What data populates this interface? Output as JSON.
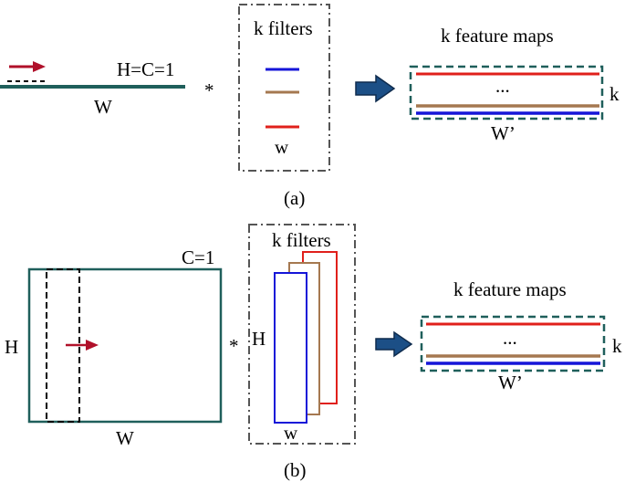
{
  "panel_a": {
    "input_label": "H=C=1",
    "width_label": "W",
    "conv_symbol": "*",
    "filters_title": "k filters",
    "filter_width_label": "w",
    "output_title": "k feature maps",
    "output_dots": "...",
    "output_k_label": "k",
    "output_width_label": "W’",
    "caption": "(a)"
  },
  "panel_b": {
    "input_label": "C=1",
    "height_label": "H",
    "width_label": "W",
    "conv_symbol": "*",
    "filters_title": "k filters",
    "filter_height_label": "H",
    "filter_width_label": "w",
    "output_title": "k feature maps",
    "output_dots": "...",
    "output_k_label": "k",
    "output_width_label": "W’",
    "caption": "(b)"
  },
  "colors": {
    "teal": "#1f5f5b",
    "red": "#e0201b",
    "brown": "#a57850",
    "blue": "#1515d8",
    "gray_dash": "#555555",
    "arrow_red": "#b0102a",
    "arrow_blue": "#1c4f86"
  },
  "icons": {
    "slide_arrow": "right-arrow-icon",
    "output_arrow": "thick-right-arrow-icon"
  }
}
